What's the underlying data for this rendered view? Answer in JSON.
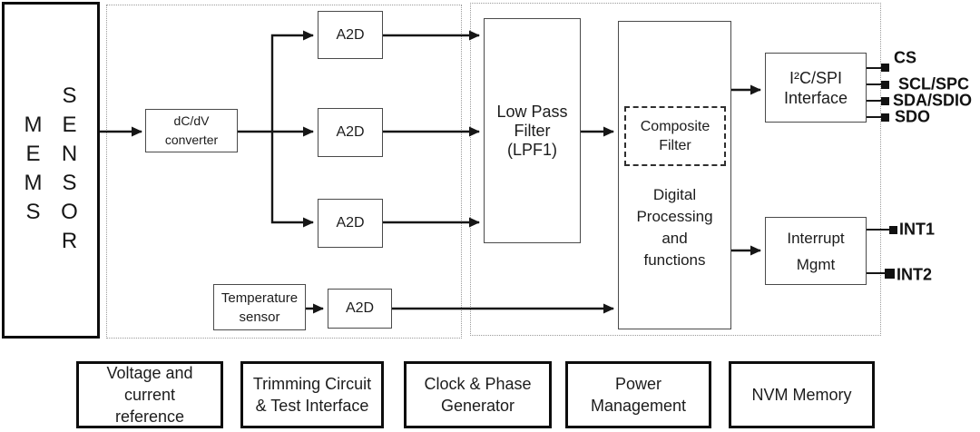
{
  "diagram": {
    "mems_sensor": {
      "word1": "MEMS",
      "word2": "SENSOR"
    },
    "analog_chain": {
      "dcdv_label": "dC/dV\nconverter",
      "a2d_label": "A2D",
      "temperature_label": "Temperature\nsensor"
    },
    "filter_chain": {
      "low_pass_label": "Low Pass\nFilter\n(LPF1)",
      "composite_label": "Composite\nFilter",
      "digital_processing_label": "Digital\nProcessing\nand\nfunctions"
    },
    "interfaces": {
      "i2c_spi_label": "I²C/SPI\nInterface",
      "interrupt_label": "Interrupt\nMgmt"
    },
    "pins": {
      "cs": "CS",
      "scl_spc": "SCL/SPC",
      "sda_sdio": "SDA/SDIO",
      "sdo": "SDO",
      "int1": "INT1",
      "int2": "INT2"
    },
    "support_blocks": {
      "voltage_reference": "Voltage and\ncurrent\nreference",
      "trimming": "Trimming Circuit\n& Test Interface",
      "clock": "Clock & Phase\nGenerator",
      "power": "Power\nManagement",
      "nvm": "NVM Memory"
    },
    "colors": {
      "line": "#161616",
      "block_border": "#4a4a4a",
      "outer_border": "#0d0d0d",
      "region_border": "#9b9b9b",
      "background": "#ffffff",
      "text": "#1c1c1c"
    }
  }
}
